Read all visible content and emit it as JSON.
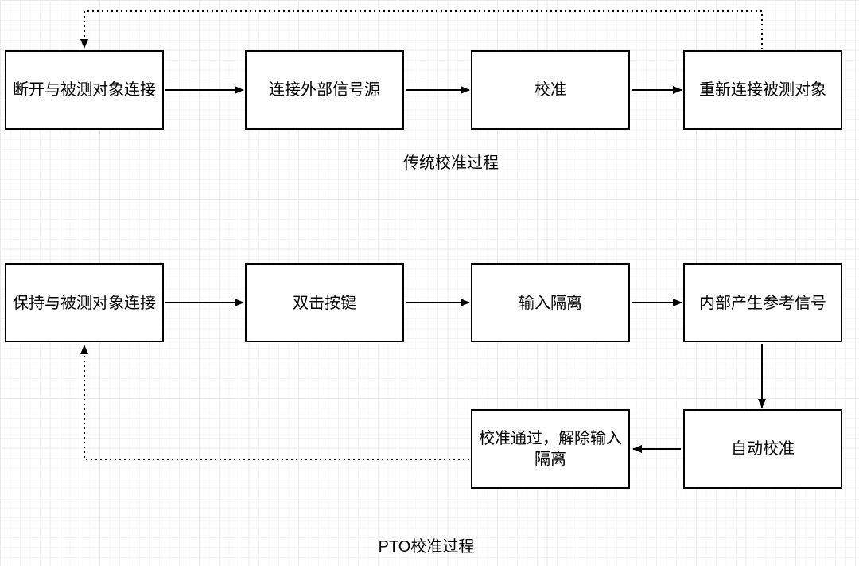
{
  "flowcharts": [
    {
      "title": "传统校准过程",
      "nodes": [
        {
          "label": "断开与被测对象连接"
        },
        {
          "label": "连接外部信号源"
        },
        {
          "label": "校准"
        },
        {
          "label": "重新连接被测对象"
        }
      ],
      "connections": [
        "断开与被测对象连接 → 连接外部信号源",
        "连接外部信号源 → 校准",
        "校准 → 重新连接被测对象",
        "重新连接被测对象 ⇢ (虚线返回) 断开与被测对象连接"
      ]
    },
    {
      "title": "PTO校准过程",
      "nodes": [
        {
          "label": "保持与被测对象连接"
        },
        {
          "label": "双击按键"
        },
        {
          "label": "输入隔离"
        },
        {
          "label": "内部产生参考信号"
        },
        {
          "label": "自动校准"
        },
        {
          "label": "校准通过，解除输入隔离"
        }
      ],
      "connections": [
        "保持与被测对象连接 → 双击按键",
        "双击按键 → 输入隔离",
        "输入隔离 → 内部产生参考信号",
        "内部产生参考信号 → 自动校准",
        "自动校准 → 校准通过，解除输入隔离",
        "校准通过，解除输入隔离 ⇢ (虚线返回) 保持与被测对象连接"
      ]
    }
  ],
  "colors": {
    "background": "#ffffff",
    "grid_minor": "#f5f5f6",
    "grid_major": "#e9e9e9",
    "box_fill": "#ffffff",
    "box_border": "#000000",
    "text": "#000000",
    "connector": "#000000"
  }
}
